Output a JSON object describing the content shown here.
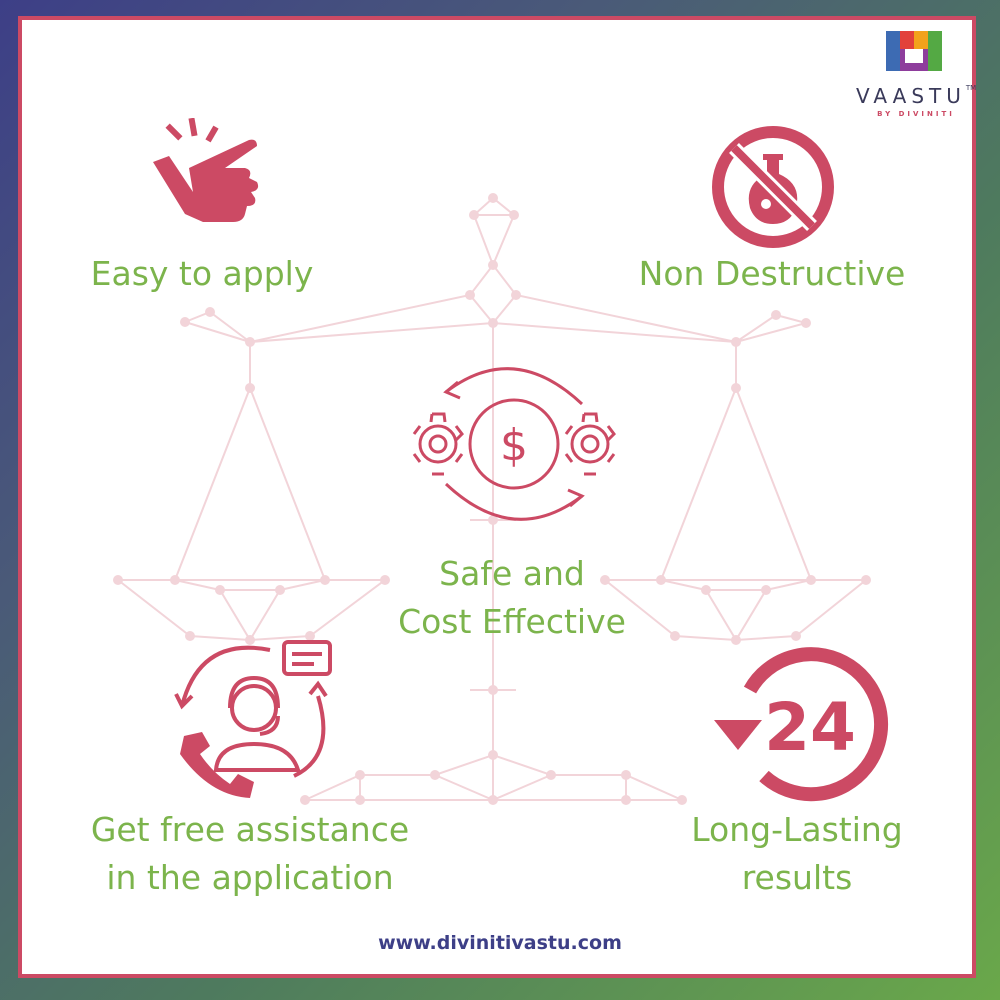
{
  "brand": {
    "name": "VAASTU",
    "trademark": "TM",
    "subtitle": "BY DIVINITI",
    "logo_colors": [
      "#3d6bb3",
      "#e2413b",
      "#f3a21b",
      "#54a944",
      "#8e3d9c"
    ]
  },
  "features": [
    {
      "icon": "tap-hand-icon",
      "label_lines": [
        "Easy to apply"
      ]
    },
    {
      "icon": "no-chemical-icon",
      "label_lines": [
        "Non Destructive"
      ]
    },
    {
      "icon": "gears-dollar-cycle-icon",
      "label_lines": [
        "Safe and",
        "Cost Effective"
      ]
    },
    {
      "icon": "support-agent-icon",
      "label_lines": [
        "Get free assistance",
        "in the application"
      ]
    },
    {
      "icon": "24-hour-icon",
      "label_lines": [
        "Long-Lasting",
        "results"
      ]
    }
  ],
  "icon_text": {
    "hours": "24",
    "currency": "$"
  },
  "website": "www.divinitivastu.com",
  "colors": {
    "accent": "#cc4a64",
    "label": "#7cb44c",
    "website": "#3d3f87",
    "background_scale": "#f2d4d9"
  }
}
